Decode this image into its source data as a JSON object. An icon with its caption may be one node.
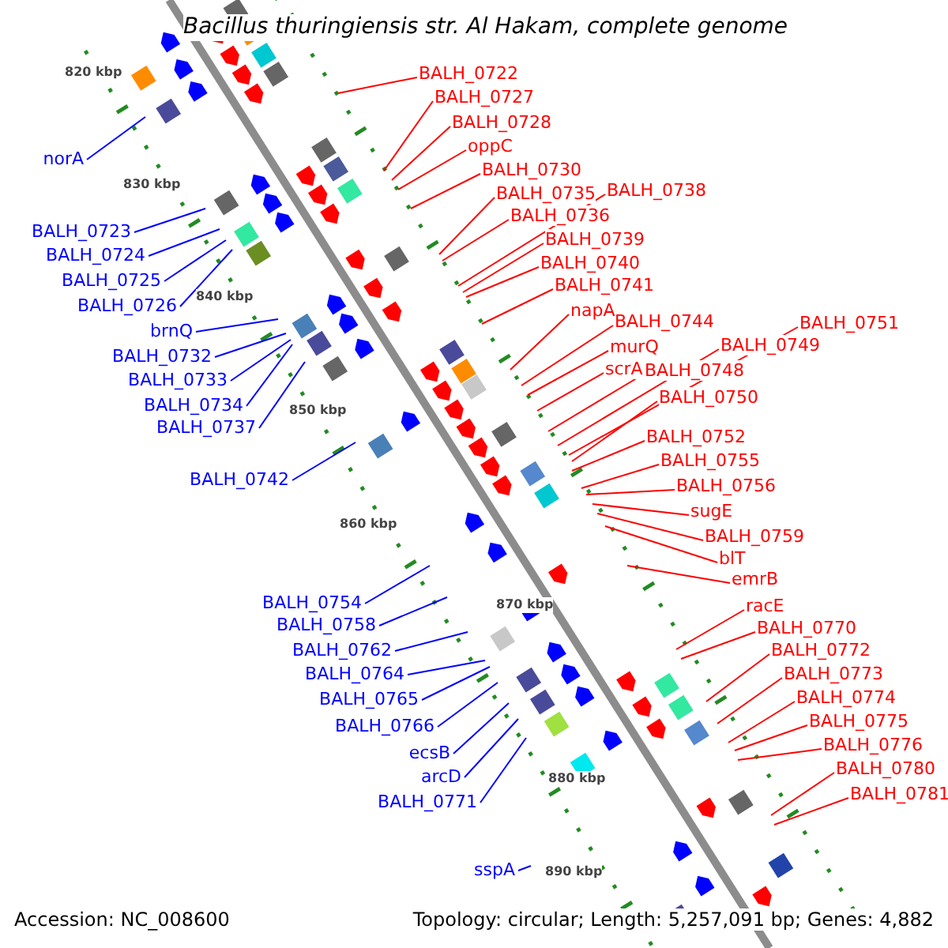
{
  "diagram": {
    "title": "Bacillus thuringiensis str. Al Hakam, complete genome",
    "nodes": [
      {
        "text": [
          "BALH_0722"
        ]
      },
      {
        "text": [
          "BALH_0727"
        ]
      },
      {
        "text": [
          "BALH_0728"
        ]
      },
      {
        "text": [
          "oppC"
        ]
      },
      {
        "text": [
          "norA"
        ]
      },
      {
        "text": [
          "BALH_0730"
        ]
      },
      {
        "text": [
          "BALH_0738"
        ]
      },
      {
        "text": [
          "BALH_0735"
        ]
      },
      {
        "text": [
          "BALH_0736"
        ]
      },
      {
        "text": [
          "BALH_0723"
        ]
      },
      {
        "text": [
          "BALH_0739"
        ]
      },
      {
        "text": [
          "BALH_0724"
        ]
      },
      {
        "text": [
          "BALH_0740"
        ]
      },
      {
        "text": [
          "BALH_0725"
        ]
      },
      {
        "text": [
          "BALH_0741"
        ]
      },
      {
        "text": [
          "BALH_0726"
        ]
      },
      {
        "text": [
          "napA"
        ]
      },
      {
        "text": [
          "BALH_0744"
        ]
      },
      {
        "text": [
          "BALH_0751"
        ]
      },
      {
        "text": [
          "brnQ"
        ]
      },
      {
        "text": [
          "BALH_0749"
        ]
      },
      {
        "text": [
          "murQ"
        ]
      },
      {
        "text": [
          "BALH_0732"
        ]
      },
      {
        "text": [
          "scrA"
        ]
      },
      {
        "text": [
          "BALH_0748"
        ]
      },
      {
        "text": [
          "BALH_0733"
        ]
      },
      {
        "text": [
          "BALH_0750"
        ]
      },
      {
        "text": [
          "BALH_0734"
        ]
      },
      {
        "text": [
          "BALH_0737"
        ]
      },
      {
        "text": [
          "BALH_0752"
        ]
      },
      {
        "text": [
          "BALH_0755"
        ]
      },
      {
        "text": [
          "BALH_0742"
        ]
      },
      {
        "text": [
          "BALH_0756"
        ]
      },
      {
        "text": [
          "sugE"
        ]
      },
      {
        "text": [
          "BALH_0759"
        ]
      },
      {
        "text": [
          "blT"
        ]
      },
      {
        "text": [
          "emrB"
        ]
      },
      {
        "text": [
          "BALH_0754"
        ]
      },
      {
        "text": [
          "racE"
        ]
      },
      {
        "text": [
          "BALH_0758"
        ]
      },
      {
        "text": [
          "BALH_0770"
        ]
      },
      {
        "text": [
          "BALH_0772"
        ]
      },
      {
        "text": [
          "BALH_0762"
        ]
      },
      {
        "text": [
          "BALH_0764"
        ]
      },
      {
        "text": [
          "BALH_0773"
        ]
      },
      {
        "text": [
          "BALH_0774"
        ]
      },
      {
        "text": [
          "BALH_0765"
        ]
      },
      {
        "text": [
          "BALH_0775"
        ]
      },
      {
        "text": [
          "BALH_0766"
        ]
      },
      {
        "text": [
          "BALH_0776"
        ]
      },
      {
        "text": [
          "ecsB"
        ]
      },
      {
        "text": [
          "BALH_0780"
        ]
      },
      {
        "text": [
          "arcD"
        ]
      },
      {
        "text": [
          "BALH_0781"
        ]
      },
      {
        "text": [
          "BALH_0771"
        ]
      },
      {
        "text": [
          "sspA"
        ]
      }
    ],
    "edges": [
      {
        "from": 0,
        "to": null,
        "arrow": "none"
      },
      {
        "from": 1,
        "to": null,
        "arrow": "none"
      },
      {
        "from": 2,
        "to": null,
        "arrow": "none"
      },
      {
        "from": 3,
        "to": null,
        "arrow": "none"
      },
      {
        "from": 4,
        "to": null,
        "arrow": "none",
        "color": "#0000ff"
      },
      {
        "from": 5,
        "to": null,
        "arrow": "none"
      },
      {
        "from": 6,
        "to": null,
        "arrow": "none"
      },
      {
        "from": 7,
        "to": null,
        "arrow": "none"
      },
      {
        "from": 8,
        "to": null,
        "arrow": "none"
      },
      {
        "from": 9,
        "to": null,
        "arrow": "none",
        "color": "#0000ff"
      },
      {
        "from": 10,
        "to": null,
        "arrow": "none"
      },
      {
        "from": 11,
        "to": null,
        "arrow": "none",
        "color": "#0000ff"
      },
      {
        "from": 12,
        "to": null,
        "arrow": "none"
      },
      {
        "from": 13,
        "to": null,
        "arrow": "none",
        "color": "#0000ff"
      },
      {
        "from": 14,
        "to": null,
        "arrow": "none"
      },
      {
        "from": 15,
        "to": null,
        "arrow": "none",
        "color": "#0000ff"
      },
      {
        "from": 16,
        "to": null,
        "arrow": "none"
      },
      {
        "from": 17,
        "to": null,
        "arrow": "none"
      },
      {
        "from": 18,
        "to": null,
        "arrow": "none"
      },
      {
        "from": 19,
        "to": null,
        "arrow": "none",
        "color": "#0000ff"
      },
      {
        "from": 20,
        "to": null,
        "arrow": "none"
      },
      {
        "from": 21,
        "to": null,
        "arrow": "none"
      },
      {
        "from": 22,
        "to": null,
        "arrow": "none",
        "color": "#0000ff"
      },
      {
        "from": 23,
        "to": null,
        "arrow": "none"
      },
      {
        "from": 24,
        "to": null,
        "arrow": "none"
      },
      {
        "from": 25,
        "to": null,
        "arrow": "none",
        "color": "#0000ff"
      },
      {
        "from": 26,
        "to": null,
        "arrow": "none"
      },
      {
        "from": 27,
        "to": null,
        "arrow": "none",
        "color": "#0000ff"
      },
      {
        "from": 28,
        "to": null,
        "arrow": "none",
        "color": "#0000ff"
      },
      {
        "from": 29,
        "to": null,
        "arrow": "none"
      },
      {
        "from": 30,
        "to": null,
        "arrow": "none"
      },
      {
        "from": 31,
        "to": null,
        "arrow": "none",
        "color": "#0000ff"
      },
      {
        "from": 32,
        "to": null,
        "arrow": "none"
      },
      {
        "from": 33,
        "to": null,
        "arrow": "none"
      },
      {
        "from": 34,
        "to": null,
        "arrow": "none"
      },
      {
        "from": 35,
        "to": null,
        "arrow": "none"
      },
      {
        "from": 36,
        "to": null,
        "arrow": "none"
      },
      {
        "from": 37,
        "to": null,
        "arrow": "none",
        "color": "#0000ff"
      },
      {
        "from": 38,
        "to": null,
        "arrow": "none"
      },
      {
        "from": 39,
        "to": null,
        "arrow": "none",
        "color": "#0000ff"
      },
      {
        "from": 40,
        "to": null,
        "arrow": "none"
      },
      {
        "from": 41,
        "to": null,
        "arrow": "none"
      },
      {
        "from": 42,
        "to": null,
        "arrow": "none",
        "color": "#0000ff"
      },
      {
        "from": 43,
        "to": null,
        "arrow": "none",
        "color": "#0000ff"
      },
      {
        "from": 44,
        "to": null,
        "arrow": "none"
      },
      {
        "from": 45,
        "to": null,
        "arrow": "none"
      },
      {
        "from": 46,
        "to": null,
        "arrow": "none",
        "color": "#0000ff"
      },
      {
        "from": 47,
        "to": null,
        "arrow": "none"
      },
      {
        "from": 48,
        "to": null,
        "arrow": "none",
        "color": "#0000ff"
      },
      {
        "from": 49,
        "to": null,
        "arrow": "none"
      },
      {
        "from": 50,
        "to": null,
        "arrow": "none",
        "color": "#0000ff"
      },
      {
        "from": 51,
        "to": null,
        "arrow": "none"
      },
      {
        "from": 52,
        "to": null,
        "arrow": "none",
        "color": "#0000ff"
      },
      {
        "from": 53,
        "to": null,
        "arrow": "none"
      },
      {
        "from": 54,
        "to": null,
        "arrow": "none",
        "color": "#0000ff"
      },
      {
        "from": 55,
        "to": null,
        "arrow": "none",
        "color": "#0000ff"
      }
    ],
    "labels": [
      "820 kbp",
      "830 kbp",
      "840 kbp",
      "850 kbp",
      "860 kbp",
      "870 kbp",
      "880 kbp",
      "890 kbp",
      "Accession: NC_008600",
      "Topology: circular; Length: 5,257,091 bp; Genes: 4,882"
    ]
  }
}
